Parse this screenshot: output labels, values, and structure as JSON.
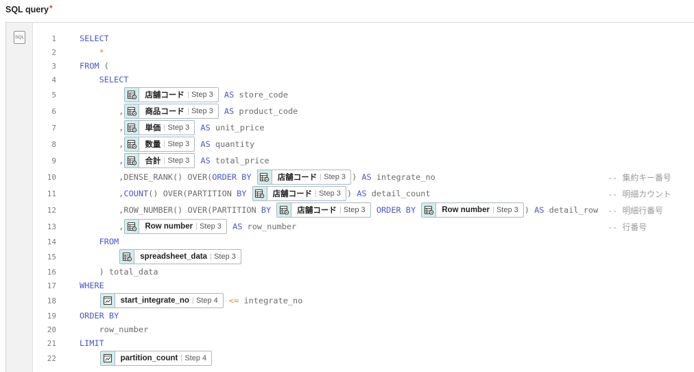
{
  "header": {
    "title": "SQL query",
    "required_mark": "*"
  },
  "gutter": {
    "icon": "sql-file-icon",
    "icon_text": "SQL"
  },
  "colors": {
    "keyword": "#4a56c8",
    "text": "#6b6b6b",
    "operator": "#d9892b",
    "comment": "#9a9a9a",
    "required": "#e53935",
    "chip_icon_bg": "#d4ecec",
    "chip_border": "#aab6c2"
  },
  "editor": {
    "lines": [
      {
        "number": "1",
        "tokens": [
          {
            "type": "kw",
            "text": "SELECT"
          }
        ]
      },
      {
        "number": "2",
        "tokens": [
          {
            "type": "text",
            "text": "    "
          },
          {
            "type": "op",
            "text": "*"
          }
        ]
      },
      {
        "number": "3",
        "tokens": [
          {
            "type": "kw",
            "text": "FROM"
          },
          {
            "type": "text",
            "text": " ("
          }
        ]
      },
      {
        "number": "4",
        "tokens": [
          {
            "type": "text",
            "text": "    "
          },
          {
            "type": "kw",
            "text": "SELECT"
          }
        ]
      },
      {
        "number": "5",
        "tokens": [
          {
            "type": "text",
            "text": "         "
          },
          {
            "type": "chip",
            "icon": "spreadsheet-icon",
            "label": "店舗コード",
            "step": "Step 3"
          },
          {
            "type": "text",
            "text": " "
          },
          {
            "type": "kw",
            "text": "AS"
          },
          {
            "type": "text",
            "text": " store_code"
          }
        ]
      },
      {
        "number": "6",
        "tokens": [
          {
            "type": "text",
            "text": "        ,"
          },
          {
            "type": "chip",
            "icon": "spreadsheet-icon",
            "label": "商品コード",
            "step": "Step 3"
          },
          {
            "type": "text",
            "text": " "
          },
          {
            "type": "kw",
            "text": "AS"
          },
          {
            "type": "text",
            "text": " product_code"
          }
        ]
      },
      {
        "number": "7",
        "tokens": [
          {
            "type": "text",
            "text": "        ,"
          },
          {
            "type": "chip",
            "icon": "spreadsheet-icon",
            "label": "単価",
            "step": "Step 3"
          },
          {
            "type": "text",
            "text": " "
          },
          {
            "type": "kw",
            "text": "AS"
          },
          {
            "type": "text",
            "text": " unit_price"
          }
        ]
      },
      {
        "number": "8",
        "tokens": [
          {
            "type": "text",
            "text": "        ,"
          },
          {
            "type": "chip",
            "icon": "spreadsheet-icon",
            "label": "数量",
            "step": "Step 3"
          },
          {
            "type": "text",
            "text": " "
          },
          {
            "type": "kw",
            "text": "AS"
          },
          {
            "type": "text",
            "text": " quantity"
          }
        ]
      },
      {
        "number": "9",
        "tokens": [
          {
            "type": "text",
            "text": "        ,"
          },
          {
            "type": "chip",
            "icon": "spreadsheet-icon",
            "label": "合計",
            "step": "Step 3"
          },
          {
            "type": "text",
            "text": " "
          },
          {
            "type": "kw",
            "text": "AS"
          },
          {
            "type": "text",
            "text": " total_price"
          }
        ]
      },
      {
        "number": "10",
        "tokens": [
          {
            "type": "text",
            "text": "        ,DENSE_RANK() OVER("
          },
          {
            "type": "kw",
            "text": "ORDER BY"
          },
          {
            "type": "text",
            "text": " "
          },
          {
            "type": "chip",
            "icon": "spreadsheet-icon",
            "label": "店舗コード",
            "step": "Step 3"
          },
          {
            "type": "text",
            "text": ") "
          },
          {
            "type": "kw",
            "text": "AS"
          },
          {
            "type": "text",
            "text": " integrate_no"
          },
          {
            "type": "comment",
            "text": "-- 集約キー番号"
          }
        ]
      },
      {
        "number": "11",
        "tokens": [
          {
            "type": "text",
            "text": "        ,"
          },
          {
            "type": "kw",
            "text": "COUNT"
          },
          {
            "type": "text",
            "text": "() OVER(PARTITION "
          },
          {
            "type": "kw",
            "text": "BY"
          },
          {
            "type": "text",
            "text": " "
          },
          {
            "type": "chip",
            "icon": "spreadsheet-icon",
            "label": "店舗コード",
            "step": "Step 3"
          },
          {
            "type": "text",
            "text": ") "
          },
          {
            "type": "kw",
            "text": "AS"
          },
          {
            "type": "text",
            "text": " detail_count"
          },
          {
            "type": "comment",
            "text": "-- 明細カウント"
          }
        ]
      },
      {
        "number": "12",
        "tokens": [
          {
            "type": "text",
            "text": "        ,ROW_NUMBER() OVER(PARTITION "
          },
          {
            "type": "kw",
            "text": "BY"
          },
          {
            "type": "text",
            "text": " "
          },
          {
            "type": "chip",
            "icon": "spreadsheet-icon",
            "label": "店舗コード",
            "step": "Step 3"
          },
          {
            "type": "text",
            "text": " "
          },
          {
            "type": "kw",
            "text": "ORDER BY"
          },
          {
            "type": "text",
            "text": " "
          },
          {
            "type": "chip",
            "icon": "spreadsheet-icon",
            "label": "Row number",
            "step": "Step 3"
          },
          {
            "type": "text",
            "text": ") "
          },
          {
            "type": "kw",
            "text": "AS"
          },
          {
            "type": "text",
            "text": " detail_row"
          },
          {
            "type": "comment",
            "text": "-- 明細行番号"
          }
        ]
      },
      {
        "number": "13",
        "tokens": [
          {
            "type": "text",
            "text": "        ,"
          },
          {
            "type": "chip",
            "icon": "spreadsheet-icon",
            "label": "Row number",
            "step": "Step 3"
          },
          {
            "type": "text",
            "text": " "
          },
          {
            "type": "kw",
            "text": "AS"
          },
          {
            "type": "text",
            "text": " row_number"
          },
          {
            "type": "comment",
            "text": "-- 行番号"
          }
        ]
      },
      {
        "number": "14",
        "tokens": [
          {
            "type": "text",
            "text": "    "
          },
          {
            "type": "kw",
            "text": "FROM"
          }
        ]
      },
      {
        "number": "15",
        "tokens": [
          {
            "type": "text",
            "text": "        "
          },
          {
            "type": "chip",
            "icon": "spreadsheet-icon",
            "label": "spreadsheet_data",
            "step": "Step 3"
          }
        ]
      },
      {
        "number": "16",
        "tokens": [
          {
            "type": "text",
            "text": "    ) total_data"
          }
        ]
      },
      {
        "number": "17",
        "tokens": [
          {
            "type": "kw",
            "text": "WHERE"
          }
        ]
      },
      {
        "number": "18",
        "tokens": [
          {
            "type": "text",
            "text": "    "
          },
          {
            "type": "chip",
            "icon": "variable-icon",
            "label": "start_integrate_no",
            "step": "Step 4"
          },
          {
            "type": "text",
            "text": " "
          },
          {
            "type": "op",
            "text": "<="
          },
          {
            "type": "text",
            "text": " integrate_no"
          }
        ]
      },
      {
        "number": "19",
        "tokens": [
          {
            "type": "kw",
            "text": "ORDER BY"
          }
        ]
      },
      {
        "number": "20",
        "tokens": [
          {
            "type": "text",
            "text": "    row_number"
          }
        ]
      },
      {
        "number": "21",
        "tokens": [
          {
            "type": "kw",
            "text": "LIMIT"
          }
        ]
      },
      {
        "number": "22",
        "tokens": [
          {
            "type": "text",
            "text": "    "
          },
          {
            "type": "chip",
            "icon": "variable-icon",
            "label": "partition_count",
            "step": "Step 4"
          }
        ]
      }
    ]
  }
}
